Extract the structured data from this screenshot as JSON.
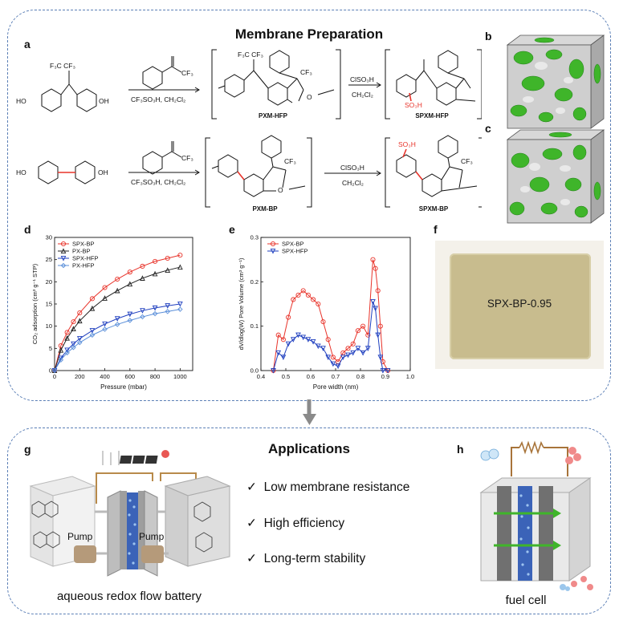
{
  "top": {
    "title": "Membrane Preparation",
    "labels": {
      "a": "a",
      "b": "b",
      "c": "c",
      "d": "d",
      "e": "e",
      "f": "f"
    },
    "reaction1": {
      "monomer_group": "F₃C  CF₃",
      "monomer_oh_left": "HO",
      "monomer_oh_right": "OH",
      "reagent_group": "CF₃",
      "conditions": "CF₃SO₃H, CH₂Cl₂",
      "polymer_group_left": "F₃C  CF₃",
      "polymer_group_right": "CF₃",
      "polymer_o": "O",
      "polymer_name": "PXM-HFP",
      "sulfonation_reagent": "ClSO₃H",
      "sulfonation_solvent": "CH₂Cl₂",
      "sulfonated_group": "SO₃H",
      "product_name": "SPXM-HFP"
    },
    "reaction2": {
      "monomer_oh_left": "HO",
      "monomer_oh_right": "OH",
      "reagent_group": "CF₃",
      "conditions": "CF₃SO₃H, CH₂Cl₂",
      "polymer_group": "CF₃",
      "polymer_o": "O",
      "polymer_name": "PXM-BP",
      "sulfonation_reagent": "ClSO₃H",
      "sulfonation_solvent": "CH₂Cl₂",
      "sulfonated_group": "SO₃H",
      "product_name": "SPXM-BP"
    },
    "membrane_photo_label": "SPX-BP-0.95"
  },
  "chart_data": [
    {
      "type": "line",
      "panel": "d",
      "xlabel": "Pressure (mbar)",
      "ylabel": "CO₂ adsorption (cm³ g⁻¹ STP)",
      "xlim": [
        0,
        1100
      ],
      "ylim": [
        0,
        30
      ],
      "x_ticks": [
        0,
        200,
        400,
        600,
        800,
        1000
      ],
      "y_ticks": [
        0,
        5,
        10,
        15,
        20,
        25,
        30
      ],
      "legend_position": "top-left",
      "x": [
        0,
        50,
        100,
        150,
        200,
        300,
        400,
        500,
        600,
        700,
        800,
        900,
        1000
      ],
      "series": [
        {
          "name": "SPX-BP",
          "color": "#e8332a",
          "marker": "circle",
          "values": [
            0,
            5.6,
            8.6,
            11.0,
            13.0,
            16.2,
            18.7,
            20.6,
            22.2,
            23.5,
            24.6,
            25.3,
            26.0
          ]
        },
        {
          "name": "PX-BP",
          "color": "#222222",
          "marker": "triangle-up",
          "values": [
            0,
            4.6,
            7.3,
            9.4,
            11.2,
            14.0,
            16.3,
            18.0,
            19.5,
            20.8,
            21.8,
            22.6,
            23.3
          ]
        },
        {
          "name": "SPX-HFP",
          "color": "#1f3fbf",
          "marker": "triangle-down",
          "values": [
            0,
            2.8,
            4.6,
            6.0,
            7.2,
            9.0,
            10.5,
            11.7,
            12.7,
            13.5,
            14.1,
            14.6,
            15.0
          ]
        },
        {
          "name": "PX-HFP",
          "color": "#5b8fd9",
          "marker": "diamond",
          "values": [
            0,
            2.4,
            4.0,
            5.2,
            6.3,
            8.0,
            9.3,
            10.4,
            11.3,
            12.1,
            12.8,
            13.3,
            13.8
          ]
        }
      ]
    },
    {
      "type": "line",
      "panel": "e",
      "xlabel": "Pore width (nm)",
      "ylabel": "dV/dlog(W) Pore Volume (cm³ g⁻¹)",
      "xlim": [
        0.4,
        1.0
      ],
      "ylim": [
        0.0,
        0.3
      ],
      "x_ticks": [
        0.4,
        0.5,
        0.6,
        0.7,
        0.8,
        0.9,
        1.0
      ],
      "y_ticks": [
        0.0,
        0.1,
        0.2,
        0.3
      ],
      "legend_position": "top-left",
      "x": [
        0.45,
        0.47,
        0.49,
        0.51,
        0.53,
        0.55,
        0.57,
        0.59,
        0.61,
        0.63,
        0.65,
        0.67,
        0.69,
        0.71,
        0.73,
        0.75,
        0.77,
        0.79,
        0.81,
        0.83,
        0.85,
        0.86,
        0.87,
        0.88,
        0.89,
        0.91
      ],
      "series": [
        {
          "name": "SPX-BP",
          "color": "#e8332a",
          "marker": "circle",
          "values": [
            0.0,
            0.08,
            0.07,
            0.12,
            0.16,
            0.17,
            0.18,
            0.17,
            0.16,
            0.15,
            0.11,
            0.07,
            0.03,
            0.02,
            0.04,
            0.05,
            0.06,
            0.09,
            0.1,
            0.08,
            0.25,
            0.23,
            0.18,
            0.1,
            0.02,
            0.0
          ]
        },
        {
          "name": "SPX-HFP",
          "color": "#1f3fbf",
          "marker": "triangle-down",
          "values": [
            0.0,
            0.04,
            0.03,
            0.06,
            0.07,
            0.08,
            0.075,
            0.07,
            0.065,
            0.055,
            0.05,
            0.03,
            0.015,
            0.01,
            0.03,
            0.035,
            0.04,
            0.05,
            0.04,
            0.05,
            0.155,
            0.14,
            0.08,
            0.03,
            0.0,
            0.0
          ]
        }
      ]
    }
  ],
  "bottom": {
    "title": "Applications",
    "labels": {
      "g": "g",
      "h": "h"
    },
    "items": [
      "Low membrane resistance",
      "High efficiency",
      "Long-term stability"
    ],
    "pump_left": "Pump",
    "pump_right": "Pump",
    "caption_g": "aqueous redox flow battery",
    "caption_h": "fuel cell"
  }
}
